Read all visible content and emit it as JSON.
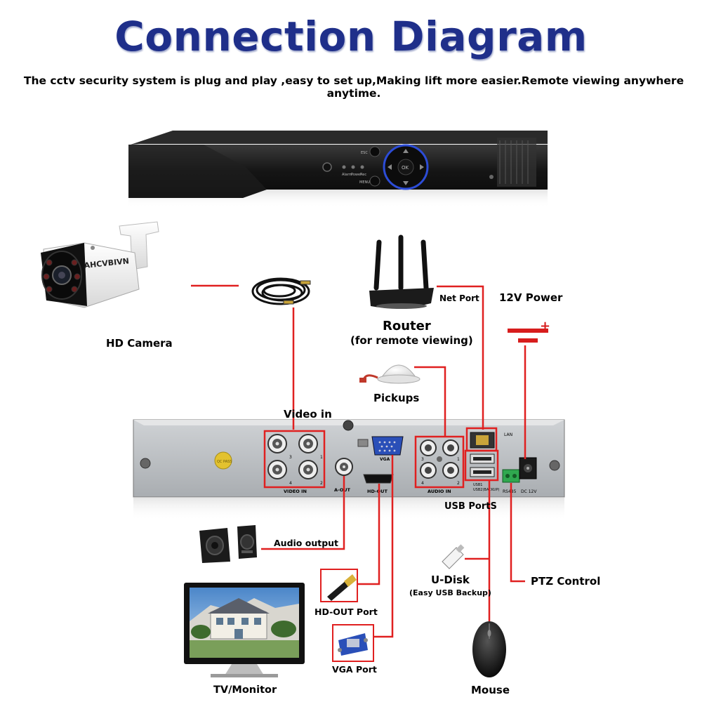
{
  "title": "Connection Diagram",
  "subtitle": "The cctv security system is plug and play ,easy to set up,Making lift more easier.Remote viewing anywhere anytime.",
  "camera": {
    "brand": "AHCVBIVN",
    "label": "HD Camera"
  },
  "router": {
    "label": "Router",
    "sublabel": "(for remote viewing)",
    "port_label": "Net Port"
  },
  "power": {
    "label": "12V Power",
    "plus": "+"
  },
  "pickups": {
    "label": "Pickups"
  },
  "nvr_front": {
    "buttons": [
      "ESC",
      "MENU",
      "OK"
    ],
    "leds": [
      "Alarm",
      "Power",
      "Rec"
    ]
  },
  "nvr_back": {
    "video_in_title": "Video in",
    "video_in_label": "VIDEO IN",
    "a_out_label": "A-OUT",
    "vga_label": "VGA",
    "hd_out_label": "HD-OUT",
    "audio_in_label": "AUDIO IN",
    "lan_label": "LAN",
    "usb1_label": "USB1",
    "usb2_label": "USB2(BACKUP)",
    "rs485_label": "RS485",
    "dc_label": "DC 12V",
    "qc_label": "QC PASS",
    "port_numbers": [
      "3",
      "1",
      "4",
      "2"
    ]
  },
  "usb_ports_label": "USB PortS",
  "audio_output_label": "Audio output",
  "hd_out_port_label": "HD-OUT Port",
  "vga_port_label": "VGA Port",
  "tv_label": "TV/Monitor",
  "udisk": {
    "label": "U-Disk",
    "sublabel": "(Easy USB Backup)"
  },
  "mouse_label": "Mouse",
  "ptz_label": "PTZ Control",
  "colors": {
    "title": "#1f2f8a",
    "wire": "#e02020",
    "device": "#1b1b1b",
    "panel": "#b9bcc0"
  }
}
